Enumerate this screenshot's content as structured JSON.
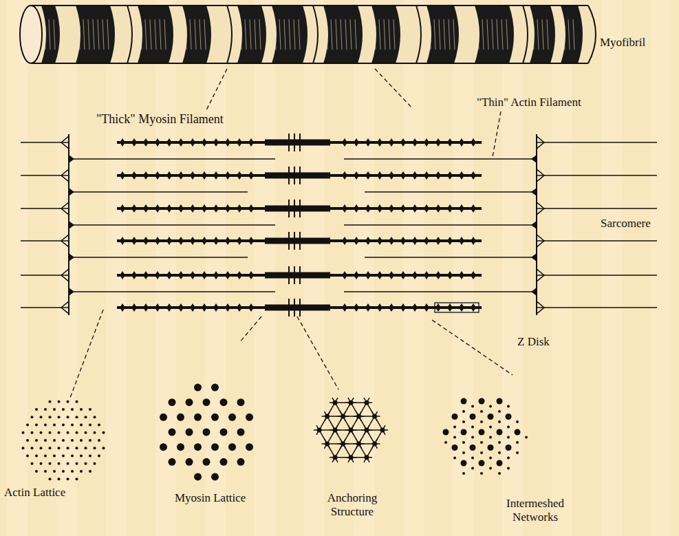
{
  "diagram": {
    "labels": [
      "Myofibril",
      "\"Thick\" Myosin Filament",
      "\"Thin\" Actin Filament",
      "Sarcomere",
      "Z Disk",
      "Actin Lattice",
      "Myosin Lattice",
      "Anchoring Structure",
      "Intermeshed Networks"
    ]
  }
}
